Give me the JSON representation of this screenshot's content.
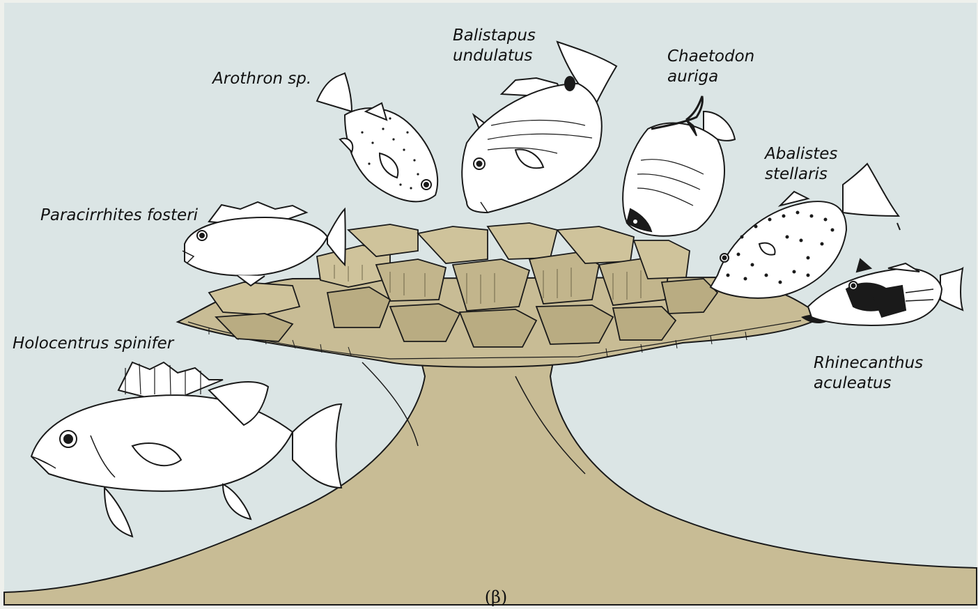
{
  "colors": {
    "water": "#dce6e6",
    "paper": "#f1f1ee",
    "coral": "#c9bb93",
    "coral_shadow": "#9e9268",
    "line": "#1a1a1a",
    "fish": "#ffffff"
  },
  "species": [
    {
      "id": "arothron",
      "lines": [
        "Arothron sp."
      ]
    },
    {
      "id": "balistapus",
      "lines": [
        "Balistapus",
        "undulatus"
      ]
    },
    {
      "id": "chaetodon",
      "lines": [
        "Chaetodon",
        "auriga"
      ]
    },
    {
      "id": "abalistes",
      "lines": [
        "Abalistes",
        "stellaris"
      ]
    },
    {
      "id": "paracirrhites",
      "lines": [
        "Paracirrhites fosteri"
      ]
    },
    {
      "id": "holocentrus",
      "lines": [
        "Holocentrus spinifer"
      ]
    },
    {
      "id": "rhinecanthus",
      "lines": [
        "Rhinecanthus",
        "aculeatus"
      ]
    }
  ],
  "caption": "(β)"
}
